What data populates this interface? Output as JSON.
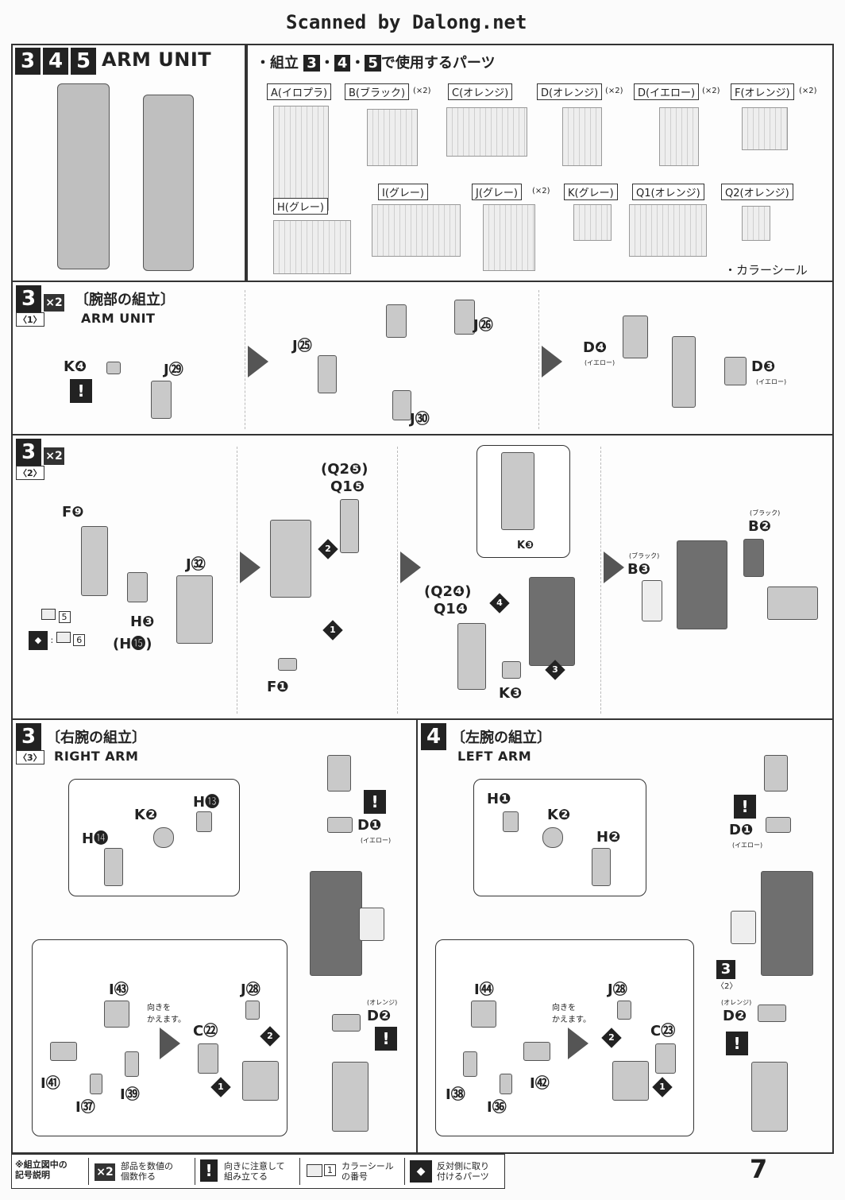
{
  "header": {
    "scan_credit": "Scanned by Dalong.net"
  },
  "section_unit": {
    "steps": [
      "3",
      "4",
      "5"
    ],
    "title": "ARM UNIT"
  },
  "parts_list": {
    "heading_prefix": "・組立",
    "heading_steps": [
      "3",
      "4",
      "5"
    ],
    "heading_suffix": "で使用するパーツ",
    "runners": [
      {
        "name": "A(イロプラ)",
        "qty": ""
      },
      {
        "name": "B(ブラック)",
        "qty": "(×2)"
      },
      {
        "name": "C(オレンジ)",
        "qty": ""
      },
      {
        "name": "D(オレンジ)",
        "qty": "(×2)"
      },
      {
        "name": "D(イエロー)",
        "qty": "(×2)"
      },
      {
        "name": "F(オレンジ)",
        "qty": "(×2)"
      },
      {
        "name": "H(グレー)",
        "qty": ""
      },
      {
        "name": "I(グレー)",
        "qty": ""
      },
      {
        "name": "J(グレー)",
        "qty": "(×2)"
      },
      {
        "name": "K(グレー)",
        "qty": ""
      },
      {
        "name": "Q1(オレンジ)",
        "qty": ""
      },
      {
        "name": "Q2(オレンジ)",
        "qty": ""
      }
    ],
    "sticker_note": "・カラーシール"
  },
  "step3_1": {
    "step": "3",
    "sub": "〈1〉",
    "mult": "×2",
    "title_jp": "〔腕部の組立〕",
    "title_en": "ARM UNIT",
    "labels": {
      "k4": "K❹",
      "j29": "J㉙",
      "j25": "J㉕",
      "j26": "J㉖",
      "j30": "J㉚",
      "d4": "D❹",
      "d3": "D❸",
      "yellow": "(イエロー)"
    }
  },
  "step3_2": {
    "step": "3",
    "sub": "〈2〉",
    "mult": "×2",
    "labels": {
      "f9": "F❾",
      "j32": "J㉜",
      "h3": "H❸",
      "h15": "(H⓯)",
      "sticker5": "5",
      "sticker6": "6",
      "q2_5": "(Q2❺)",
      "q1_5": "Q1❺",
      "f1": "F❶",
      "k3a": "K❸",
      "q2_4": "(Q2❹)",
      "q1_4": "Q1❹",
      "k3b": "K❸",
      "b2": "B❷",
      "b3": "B❸",
      "black": "(ブラック)"
    }
  },
  "step3_3": {
    "step": "3",
    "sub": "〈3〉",
    "title_jp": "〔右腕の組立〕",
    "title_en": "RIGHT ARM",
    "labels": {
      "h13": "H⓭",
      "k2": "K❷",
      "h14": "H⓮",
      "d1": "D❶",
      "yellow": "(イエロー)",
      "i43": "I㊸",
      "i41": "I㊶",
      "i37": "I㊲",
      "i39": "I㊴",
      "turn": "向きを\nかえます。",
      "j28": "J㉘",
      "c22": "C㉒",
      "d2": "D❷",
      "orange": "(オレンジ)"
    }
  },
  "step4": {
    "step": "4",
    "title_jp": "〔左腕の組立〕",
    "title_en": "LEFT ARM",
    "labels": {
      "h1": "H❶",
      "k2": "K❷",
      "h2": "H❷",
      "d1": "D❶",
      "yellow": "(イエロー)",
      "i44": "I㊹",
      "i38": "I㊳",
      "i36": "I㊱",
      "i42": "I㊷",
      "turn": "向きを\nかえます。",
      "j28": "J㉘",
      "c23": "C㉓",
      "d2": "D❷",
      "orange": "(オレンジ)",
      "ref": "3",
      "ref_sub": "〈2〉"
    }
  },
  "legend": {
    "title": "※組立図中の\n記号説明",
    "items": [
      {
        "symbol": "×2",
        "text": "部品を数値の\n個数作る"
      },
      {
        "symbol": "!",
        "text": "向きに注意して\n組み立てる"
      },
      {
        "symbol": "1",
        "text": "カラーシール\nの番号"
      },
      {
        "symbol": "◆",
        "text": "反対側に取り\n付けるパーツ"
      }
    ]
  },
  "page_number": "7"
}
